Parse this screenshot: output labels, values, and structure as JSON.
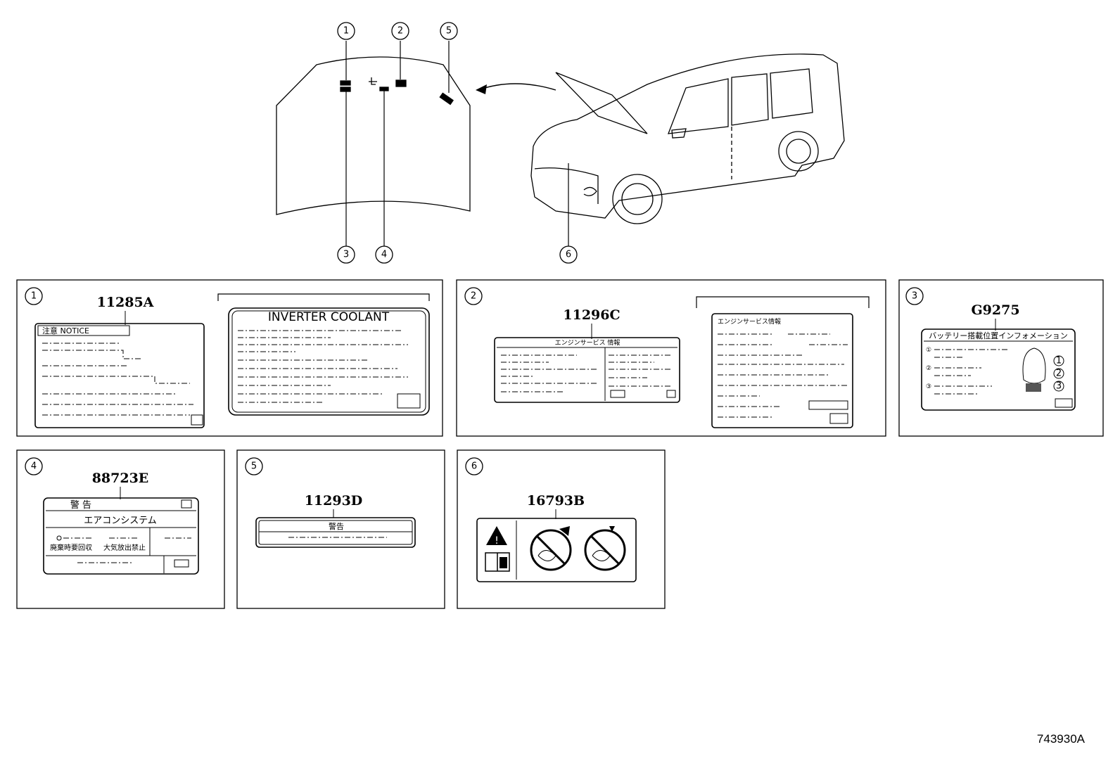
{
  "diagram_code": "743930A",
  "callouts": [
    "1",
    "2",
    "3",
    "4",
    "5",
    "6"
  ],
  "panels": [
    {
      "num": "1",
      "part": "11285A",
      "label_a_header": "注意  NOTICE",
      "label_b_title": "INVERTER  COOLANT"
    },
    {
      "num": "2",
      "part": "11296C",
      "label_a_header": "エンジンサービス 情報",
      "label_b_header": "エンジンサービス情報"
    },
    {
      "num": "3",
      "part": "G9275",
      "label_header": "バッテリー搭載位置インフォメーション",
      "marks": [
        "①",
        "②",
        "③"
      ]
    },
    {
      "num": "4",
      "part": "88723E",
      "warning": "警 告",
      "system": "エアコンシステム",
      "left_caption": "廃棄時要回収",
      "right_caption": "大気放出禁止"
    },
    {
      "num": "5",
      "part": "11293D",
      "warning": "警告"
    },
    {
      "num": "6",
      "part": "16793B"
    }
  ]
}
